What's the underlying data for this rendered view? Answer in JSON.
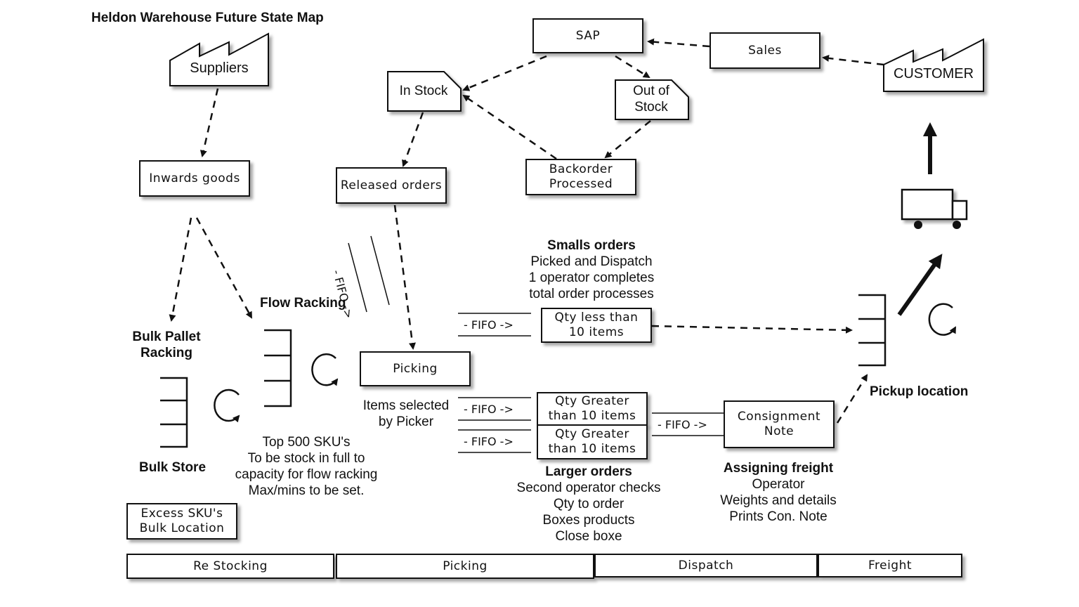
{
  "title": "Heldon Warehouse Future State Map",
  "factories": {
    "suppliers": "Suppliers",
    "customer": "CUSTOMER"
  },
  "boxes": {
    "sap": "SAP",
    "sales": "Sales",
    "in_stock": "In Stock",
    "out_of_stock": [
      "Out of",
      "Stock"
    ],
    "backorder": [
      "Backorder",
      "Processed"
    ],
    "inwards_goods": "Inwards goods",
    "released_orders": "Released orders",
    "picking": "Picking",
    "qty_less": [
      "Qty less than",
      "10 items"
    ],
    "qty_greater_1": [
      "Qty Greater",
      "than 10 items"
    ],
    "qty_greater_2": [
      "Qty Greater",
      "than 10 items"
    ],
    "consignment": [
      "Consignment",
      "Note"
    ],
    "excess_sku": [
      "Excess SKU's",
      "Bulk Location"
    ]
  },
  "labels": {
    "bulk_pallet_racking": [
      "Bulk Pallet",
      "Racking"
    ],
    "flow_racking": "Flow Racking",
    "bulk_store": "Bulk Store",
    "pickup_location": "Pickup location",
    "items_selected": [
      "Items selected",
      "by Picker"
    ],
    "top_500": [
      "Top 500 SKU's",
      "To be stock in full to",
      "capacity for flow racking",
      "Max/mins to be set."
    ],
    "smalls_title": "Smalls orders",
    "smalls_lines": [
      "Picked and Dispatch",
      "1 operator completes",
      "total order processes"
    ],
    "larger_title": "Larger orders",
    "larger_lines": [
      "Second operator checks",
      "Qty to order",
      "Boxes products",
      "Close boxe"
    ],
    "freight_title": "Assigning freight",
    "freight_lines": [
      "Operator",
      "Weights and details",
      "Prints Con. Note"
    ]
  },
  "fifo": {
    "vertical": "- FIFO ->",
    "smalls": "- FIFO ->",
    "larger_1": "- FIFO ->",
    "larger_2": "- FIFO ->",
    "consign": "- FIFO ->"
  },
  "bottom_bar": [
    "Re Stocking",
    "Picking",
    "Dispatch",
    "Freight"
  ]
}
